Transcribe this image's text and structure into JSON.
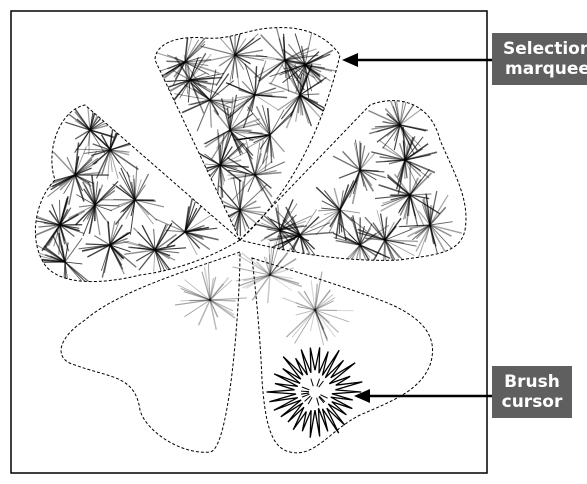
{
  "callouts": {
    "selection": {
      "line1": "Selection",
      "line2": "marquee"
    },
    "brush": {
      "line1": "Brush",
      "line2": "cursor"
    }
  },
  "colors": {
    "stroke": "#000000",
    "callout_bg": "#5f5f5f",
    "callout_text": "#ffffff"
  }
}
